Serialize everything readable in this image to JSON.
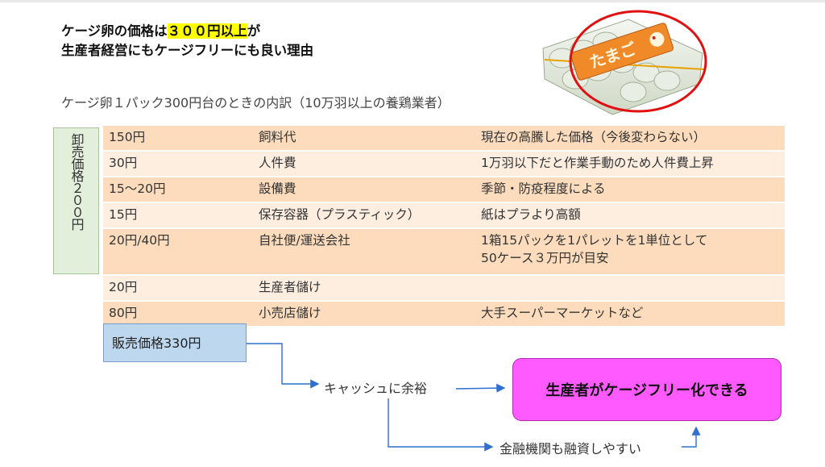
{
  "title": {
    "line1_pre": "ケージ卵の価格は",
    "line1_highlight": "３００円以上",
    "line1_post": "が",
    "line2": "生産者経営にもケージフリーにも良い理由"
  },
  "subtitle": "ケージ卵１パック300円台のときの内訳（10万羽以上の養鶏業者）",
  "egg_label": "たまご",
  "wholesale_label": "卸売価格２００円",
  "rows": [
    {
      "amount": "150円",
      "item": "飼料代",
      "note": "現在の高騰した価格（今後変わらない）"
    },
    {
      "amount": "30円",
      "item": "人件費",
      "note": "1万羽以下だと作業手動のため人件費上昇"
    },
    {
      "amount": "15〜20円",
      "item": "設備費",
      "note": "季節・防疫程度による"
    },
    {
      "amount": "15円",
      "item": "保存容器（プラスティック）",
      "note": "紙はプラより高額"
    },
    {
      "amount": "20円/40円",
      "item": "自社便/運送会社",
      "note_line1": "1箱15パックを1パレットを1単位として",
      "note_line2": "50ケース３万円が目安"
    },
    {
      "amount": "20円",
      "item": "生産者儲け",
      "note": ""
    },
    {
      "amount": "80円",
      "item": "小売店儲け",
      "note": "大手スーパーマーケットなど"
    }
  ],
  "sale_price": "販売価格330円",
  "cash_text": "キャッシュに余裕",
  "finance_text": "金融機関も融資しやすい",
  "result_text": "生産者がケージフリー化できる",
  "colors": {
    "highlight": "#ffff00",
    "row_dark": "#fcdcbc",
    "row_light": "#fdeee0",
    "wholesale_bg": "#e2efda",
    "sale_bg": "#bdd7ee",
    "result_bg": "#ff5aff",
    "arrow": "#2e6fcf",
    "circle": "#e01010"
  }
}
